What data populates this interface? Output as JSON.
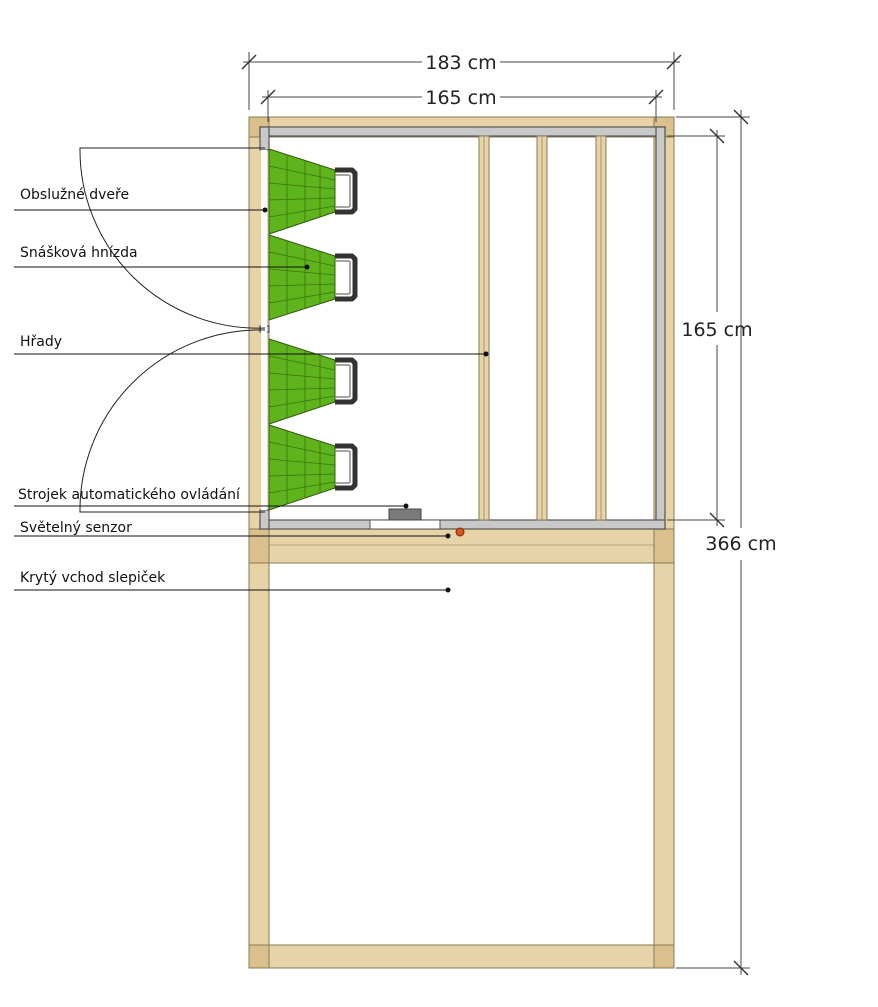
{
  "labels": {
    "service_door": "Obslužné dveře",
    "nesting_boxes": "Snášková hnízda",
    "perches": "Hřady",
    "auto_controller": "Strojek automatického ovládání",
    "light_sensor": "Světelný senzor",
    "covered_entrance": "Krytý vchod slepiček"
  },
  "dimensions": {
    "outer_width": "183 cm",
    "inner_width": "165 cm",
    "inner_depth": "165 cm",
    "total_length": "366 cm"
  },
  "colors": {
    "wood": "#e7d3a8",
    "wall": "#c9c9c9",
    "nest_green": "#5fb31c",
    "sensor": "#d9541e"
  }
}
